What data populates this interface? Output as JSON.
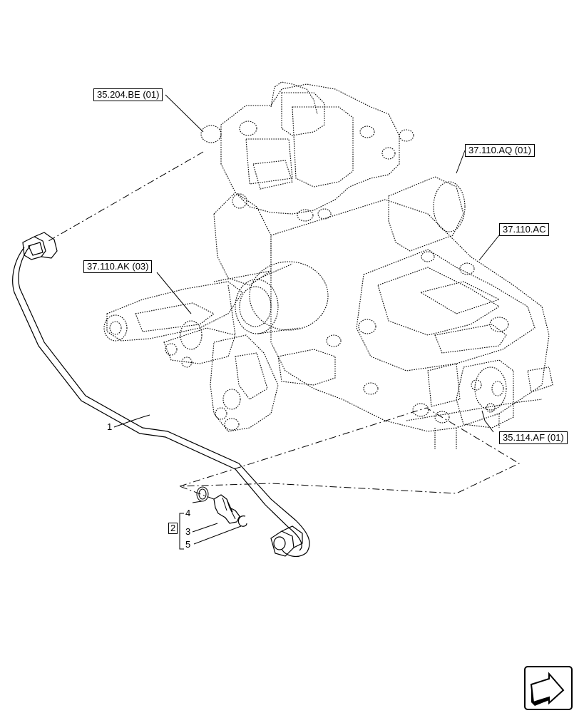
{
  "references": {
    "ref_a": "35.204.BE (01)",
    "ref_b": "37.110.AQ (01)",
    "ref_c": "37.110.AC",
    "ref_d": "37.110.AK (03)",
    "ref_e": "35.114.AF (01)"
  },
  "item_numbers": {
    "pipe": "1",
    "kit": "2",
    "adapter": "3",
    "o_ring": "4",
    "seal": "5"
  },
  "nav_icon": "next-page-arrow-icon"
}
